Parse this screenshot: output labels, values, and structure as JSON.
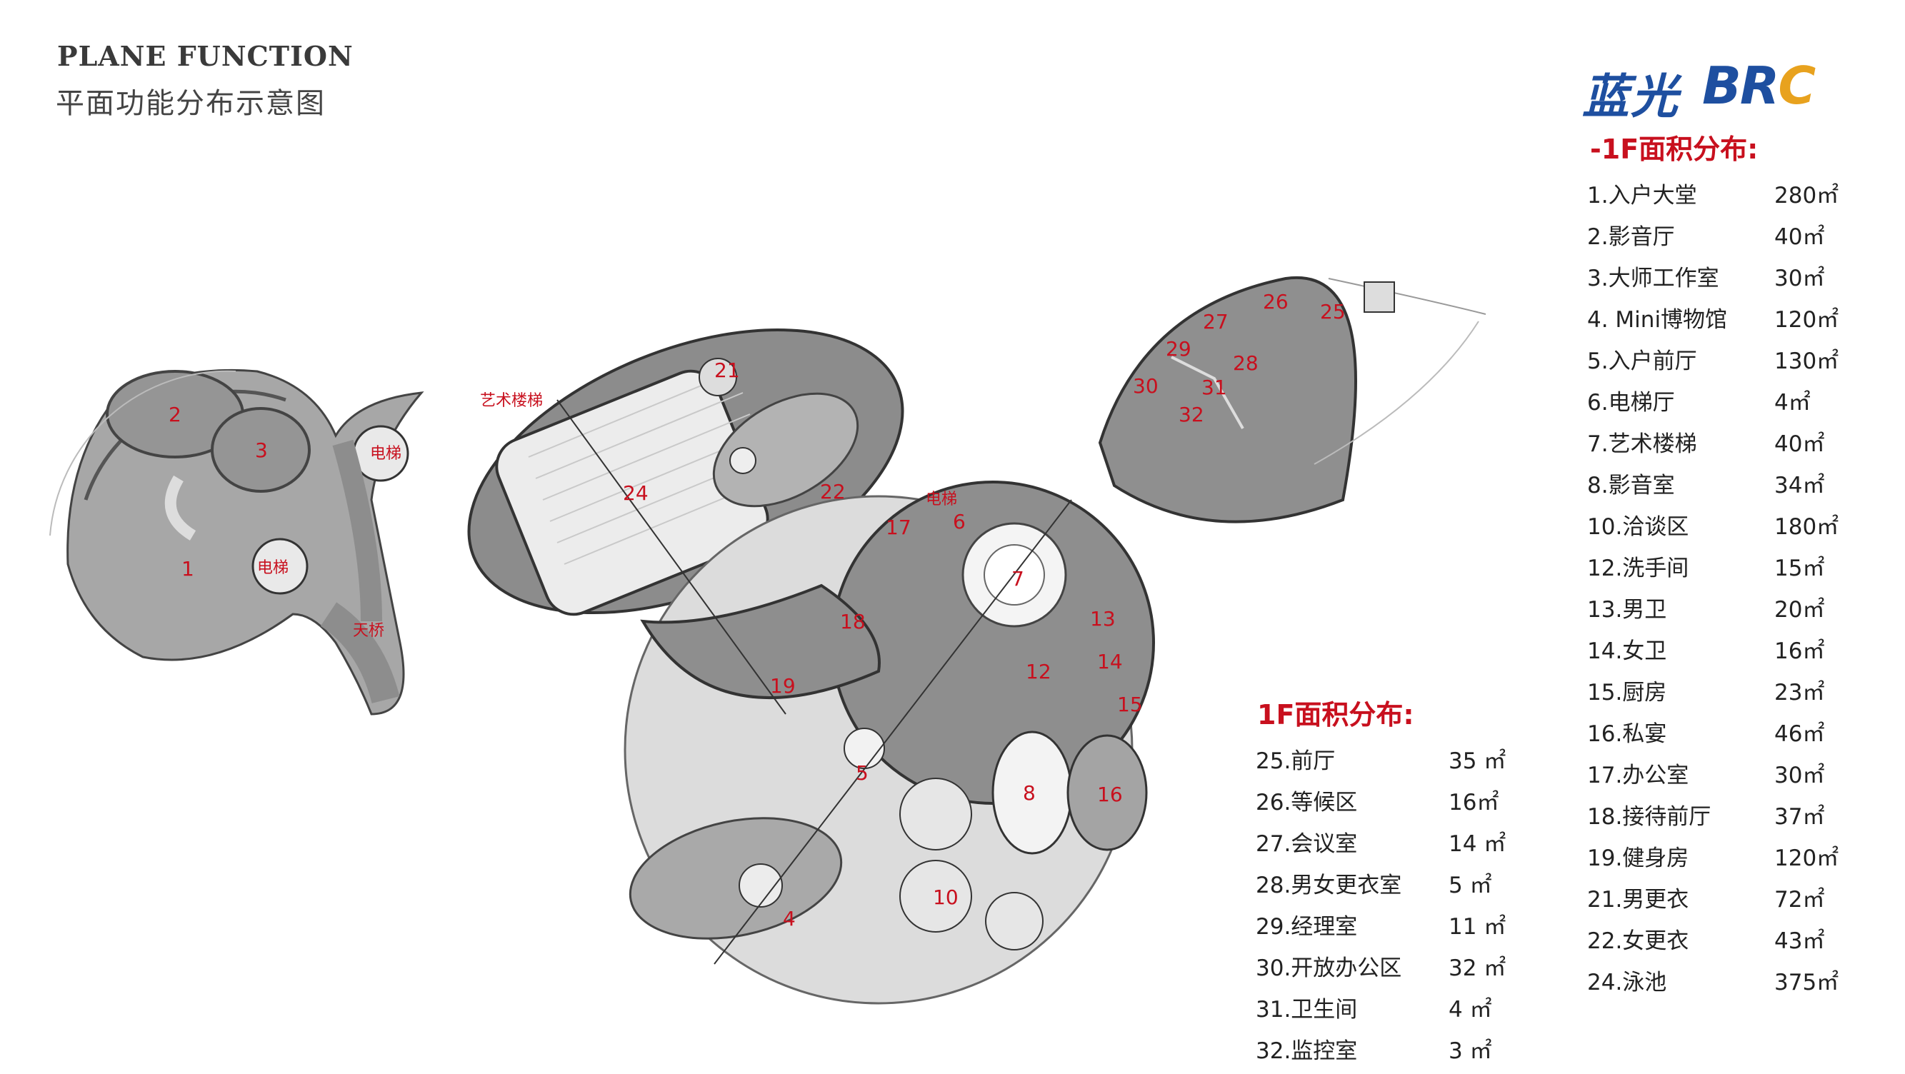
{
  "header": {
    "title_en": "PLANE FUNCTION",
    "title_cn": "平面功能分布示意图"
  },
  "logo": {
    "cn": "蓝光",
    "en_main": "BR",
    "en_accent": "C",
    "brand_blue": "#1e4fa0",
    "brand_gold": "#e8a21e"
  },
  "colors": {
    "label_red": "#c8101e",
    "room_fill": "#9a9a9a",
    "room_dark": "#7d7d7d",
    "outline": "#555555"
  },
  "basement": {
    "title": "-1F面积分布:",
    "items": [
      {
        "name": "1.入户大堂",
        "area": "280㎡"
      },
      {
        "name": "2.影音厅",
        "area": "40㎡"
      },
      {
        "name": "3.大师工作室",
        "area": "30㎡"
      },
      {
        "name": "4. Mini博物馆",
        "area": "120㎡"
      },
      {
        "name": "5.入户前厅",
        "area": "130㎡"
      },
      {
        "name": "6.电梯厅",
        "area": "4㎡"
      },
      {
        "name": "7.艺术楼梯",
        "area": "40㎡"
      },
      {
        "name": "8.影音室",
        "area": "34㎡"
      },
      {
        "name": "10.洽谈区",
        "area": "180㎡"
      },
      {
        "name": "12.洗手间",
        "area": "15㎡"
      },
      {
        "name": "13.男卫",
        "area": "20㎡"
      },
      {
        "name": "14.女卫",
        "area": "16㎡"
      },
      {
        "name": "15.厨房",
        "area": "23㎡"
      },
      {
        "name": "16.私宴",
        "area": "46㎡"
      },
      {
        "name": "17.办公室",
        "area": "30㎡"
      },
      {
        "name": "18.接待前厅",
        "area": "37㎡"
      },
      {
        "name": "19.健身房",
        "area": "120㎡"
      },
      {
        "name": "21.男更衣",
        "area": "72㎡"
      },
      {
        "name": "22.女更衣",
        "area": "43㎡"
      },
      {
        "name": "24.泳池",
        "area": "375㎡"
      }
    ]
  },
  "ground": {
    "title": "1F面积分布:",
    "items": [
      {
        "name": "25.前厅",
        "area": "35 ㎡"
      },
      {
        "name": "26.等候区",
        "area": "16㎡"
      },
      {
        "name": "27.会议室",
        "area": "14 ㎡"
      },
      {
        "name": "28.男女更衣室",
        "area": "5 ㎡"
      },
      {
        "name": "29.经理室",
        "area": "11 ㎡"
      },
      {
        "name": "30.开放办公区",
        "area": "32 ㎡"
      },
      {
        "name": "31.卫生间",
        "area": "4 ㎡"
      },
      {
        "name": "32.监控室",
        "area": "3 ㎡"
      }
    ]
  },
  "plan_labels": {
    "n1": "1",
    "n2": "2",
    "n3": "3",
    "n4": "4",
    "n5": "5",
    "n6": "6",
    "n7": "7",
    "n8": "8",
    "n10": "10",
    "n12": "12",
    "n13": "13",
    "n14": "14",
    "n15": "15",
    "n16": "16",
    "n17": "17",
    "n18": "18",
    "n19": "19",
    "n21": "21",
    "n22": "22",
    "n24": "24",
    "n25": "25",
    "n26": "26",
    "n27": "27",
    "n28": "28",
    "n29": "29",
    "n30": "30",
    "n31": "31",
    "n32": "32",
    "elevator_a": "电梯",
    "elevator_b": "电梯",
    "elevator_c": "电梯",
    "bridge": "天桥",
    "art_stair": "艺术楼梯"
  }
}
